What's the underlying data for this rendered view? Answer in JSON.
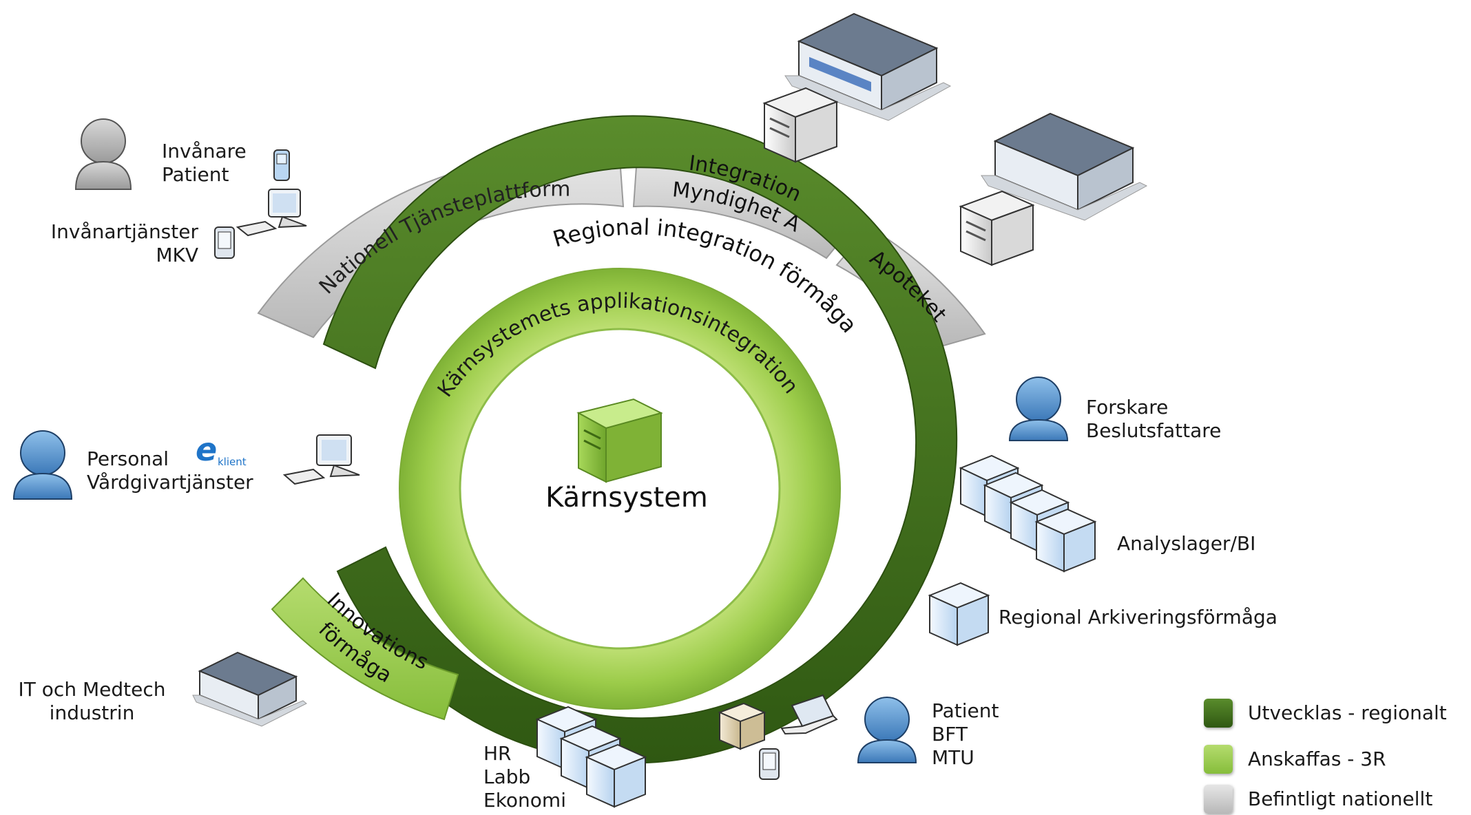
{
  "core": {
    "title": "Kärnsystem"
  },
  "rings": {
    "inner": "Kärnsystemets applikationsintegration",
    "regional": "Regional integration förmåga",
    "national": "Nationell Tjänsteplattform",
    "integration_line1": "Integration",
    "integration_line2": "Myndighet A",
    "apoteket": "Apoteket",
    "innovation_line1": "Innovations",
    "innovation_line2": "förmåga"
  },
  "actors": {
    "invanare": [
      "Invånare",
      "Patient"
    ],
    "invanartjanster": [
      "Invånartjänster",
      "MKV"
    ],
    "personal": [
      "Personal",
      "Vårdgivartjänster"
    ],
    "eklient_letter": "e",
    "eklient_word": "klient",
    "forskare": [
      "Forskare",
      "Beslutsfattare"
    ],
    "analyslager": "Analyslager/BI",
    "arkivering": "Regional Arkiveringsförmåga",
    "patient_bft": [
      "Patient",
      "BFT",
      "MTU"
    ],
    "hr_labb": [
      "HR",
      "Labb",
      "Ekonomi"
    ],
    "it_medtech": [
      "IT och Medtech",
      "industrin"
    ]
  },
  "legend": [
    {
      "label": "Utvecklas - regionalt",
      "color": "#3f6e1c"
    },
    {
      "label": "Anskaffas - 3R",
      "color": "#8cc63f"
    },
    {
      "label": "Befintligt nationellt",
      "color": "#c8c8c8"
    }
  ],
  "colors": {
    "dark_green": "#3f6e1c",
    "light_green": "#8cc63f",
    "gray": "#c8c8c8",
    "person_gray": "#b5b5b5",
    "person_blue": "#4f8ec9"
  }
}
